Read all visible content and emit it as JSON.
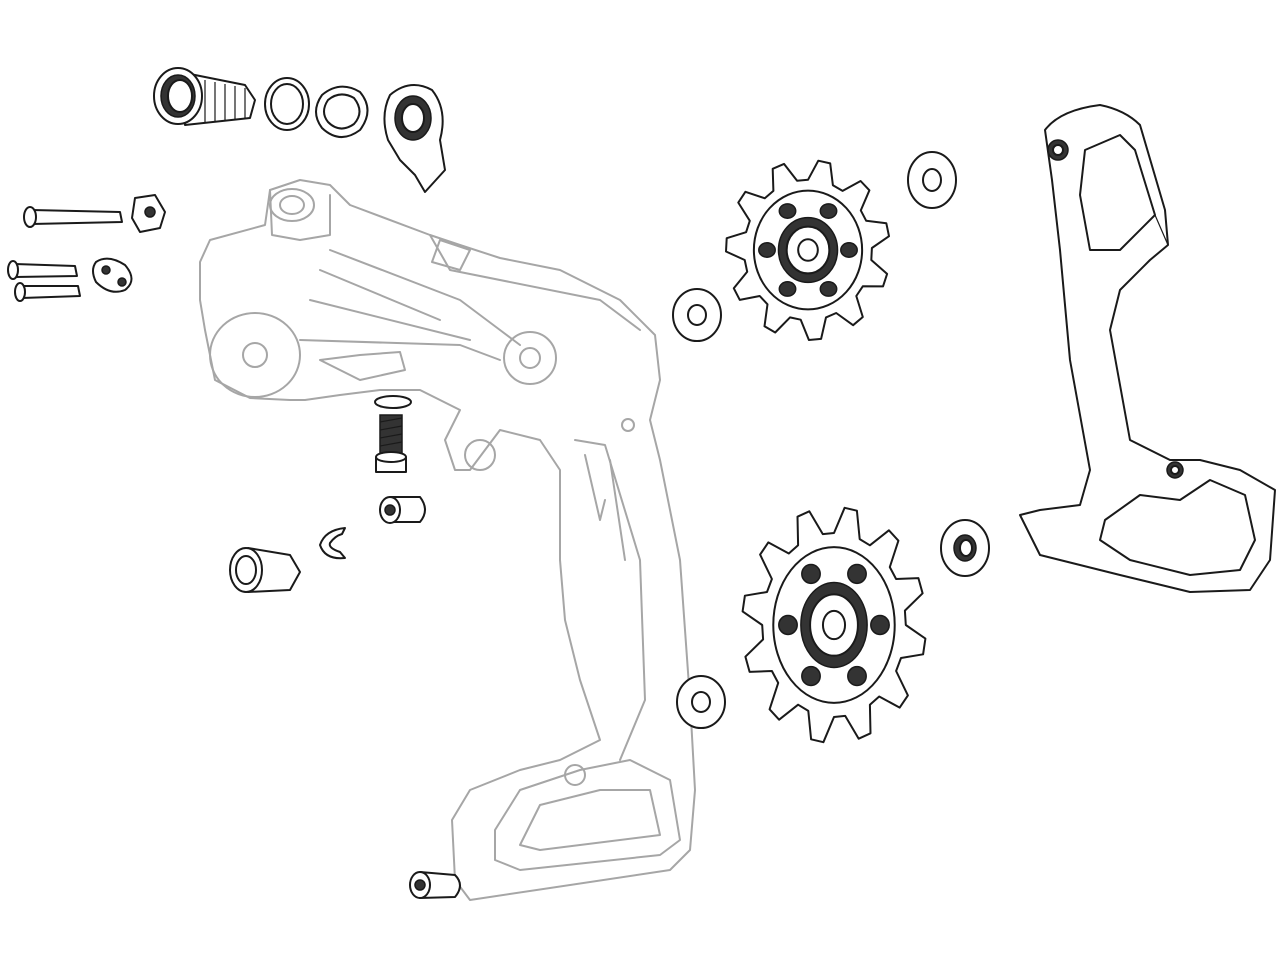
{
  "diagram": {
    "type": "exploded-parts-view",
    "colors": {
      "line": "#1a1a1a",
      "ghost_line": "#a6a6a6",
      "background": "#ffffff"
    },
    "pulleys": [
      {
        "name": "upper-pulley",
        "teeth": 11
      },
      {
        "name": "lower-pulley",
        "teeth": 12
      }
    ]
  }
}
